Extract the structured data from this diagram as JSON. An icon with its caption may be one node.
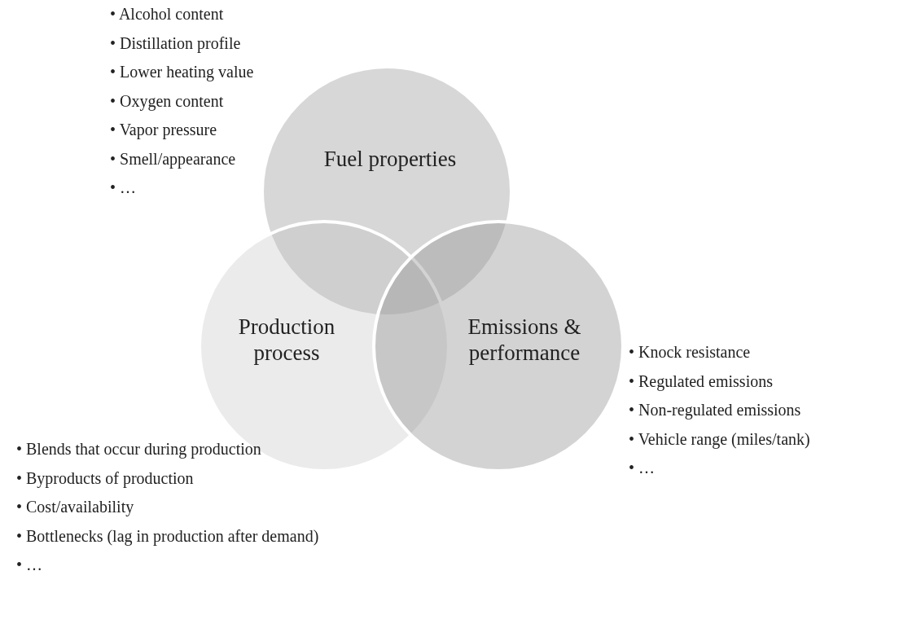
{
  "diagram": {
    "nodes": [
      {
        "text": [
          "Fuel properties"
        ],
        "beside": [
          "• Alcohol content",
          "• Distillation profile",
          "• Lower heating value",
          "• Oxygen content",
          "• Vapor pressure",
          "• Smell/appearance",
          "• …"
        ]
      },
      {
        "text": [
          "Production process"
        ],
        "beside": [
          "• Blends that occur during production",
          "• Byproducts of production",
          "• Cost/availability",
          "• Bottlenecks (lag in production after demand)",
          "• …"
        ]
      },
      {
        "text": [
          "Emissions & performance"
        ],
        "beside": [
          "• Knock resistance",
          "• Regulated emissions",
          "• Non-regulated emissions",
          "• Vehicle range (miles/tank)",
          "• …"
        ]
      }
    ],
    "edges": []
  }
}
